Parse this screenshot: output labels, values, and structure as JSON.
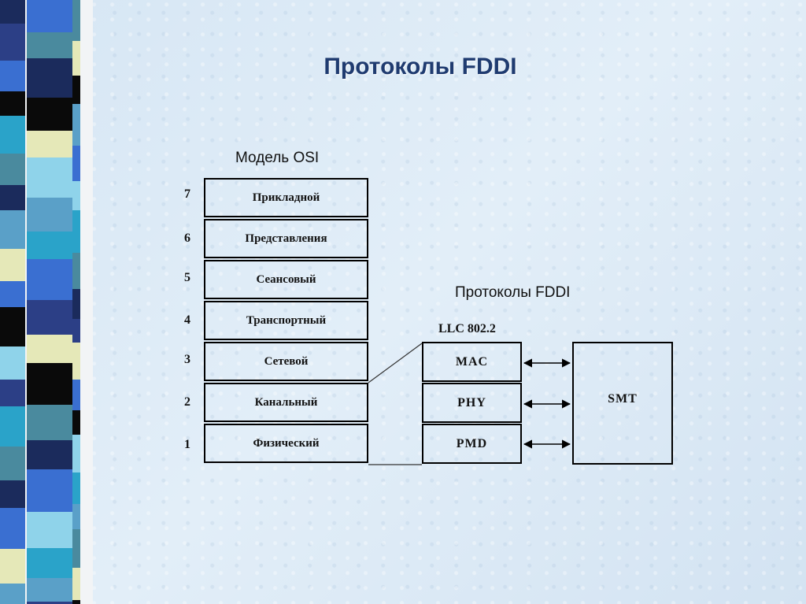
{
  "slide": {
    "title": "Протоколы FDDI"
  },
  "osi": {
    "heading": "Модель OSI",
    "layers": [
      {
        "number": "7",
        "name": "Прикладной"
      },
      {
        "number": "6",
        "name": "Представления"
      },
      {
        "number": "5",
        "name": "Сеансовый"
      },
      {
        "number": "4",
        "name": "Транспортный"
      },
      {
        "number": "3",
        "name": "Сетевой"
      },
      {
        "number": "2",
        "name": "Канальный"
      },
      {
        "number": "1",
        "name": "Физический"
      }
    ]
  },
  "fddi": {
    "heading": "Протоколы FDDI",
    "llc_label": "LLC 802.2",
    "sublayers": [
      "MAC",
      "PHY",
      "PMD"
    ],
    "management": "SMT"
  },
  "colors": {
    "title": "#1f3b70",
    "strip_palette": [
      "#1b2b5c",
      "#3a6fd1",
      "#2aa3c9",
      "#e5e8b8",
      "#0a0a0a",
      "#4a8a9e",
      "#8fd3ea",
      "#2c3f86",
      "#5aa0c8"
    ]
  }
}
